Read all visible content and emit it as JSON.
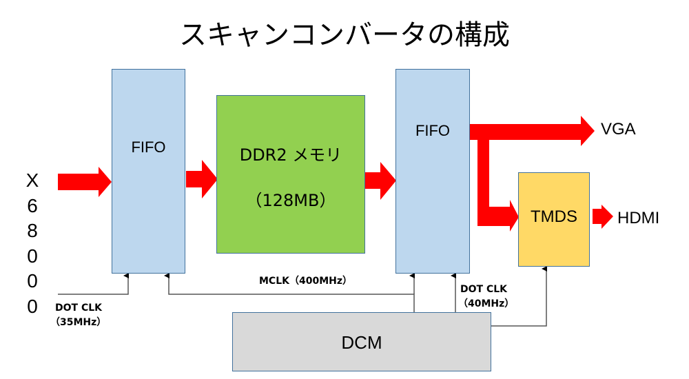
{
  "title": "スキャンコンバータの構成",
  "input_label": [
    "X",
    "6",
    "8",
    "0",
    "0",
    "0"
  ],
  "blocks": {
    "fifo_in": "FIFO",
    "ddr_line1": "DDR2 メモリ",
    "ddr_line2": "（128MB）",
    "fifo_out": "FIFO",
    "tmds": "TMDS",
    "dcm": "DCM"
  },
  "outputs": {
    "vga": "VGA",
    "hdmi": "HDMI"
  },
  "clocks": {
    "dot_clk_in_1": "DOT CLK",
    "dot_clk_in_2": "（35MHz）",
    "mclk": "MCLK（400MHz）",
    "dot_clk_out_1": "DOT CLK",
    "dot_clk_out_2": "（40MHz）"
  },
  "colors": {
    "arrow": "#ff0000",
    "fifo": "#bdd7ee",
    "ddr": "#92d050",
    "tmds": "#ffd966",
    "dcm": "#d9d9d9",
    "border": "#41719c"
  }
}
